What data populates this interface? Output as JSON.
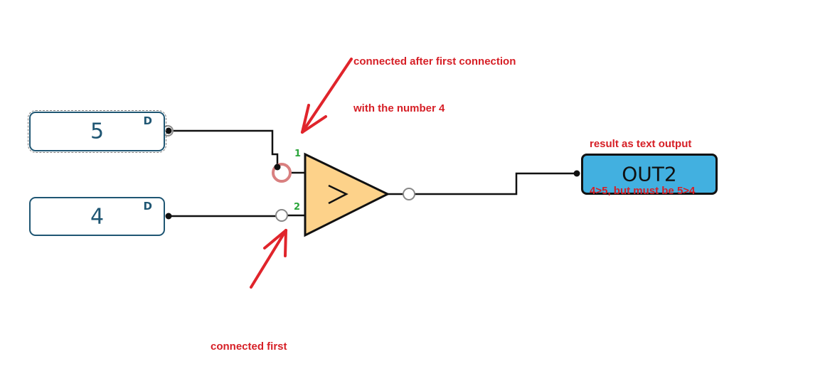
{
  "diagram": {
    "inputs": [
      {
        "id": "const-5",
        "value": "5",
        "badge": "D",
        "selected": true
      },
      {
        "id": "const-4",
        "value": "4",
        "badge": "D",
        "selected": false
      }
    ],
    "comparator": {
      "symbol": ">",
      "pins": [
        "1",
        "2"
      ]
    },
    "output": {
      "label": "OUT2"
    },
    "annotations": {
      "top": [
        "connected after first connection",
        "with the number 4"
      ],
      "bottom": [
        "connected first"
      ],
      "right": [
        "result as text output",
        "4>5, but must be 5>4"
      ]
    },
    "colors": {
      "block_border": "#1f5673",
      "comparator_fill": "#fdd28a",
      "output_fill": "#42b0e0",
      "pin_label": "#2aa53a",
      "annotation": "#d61f26",
      "highlight_ring": "#d98080"
    }
  }
}
